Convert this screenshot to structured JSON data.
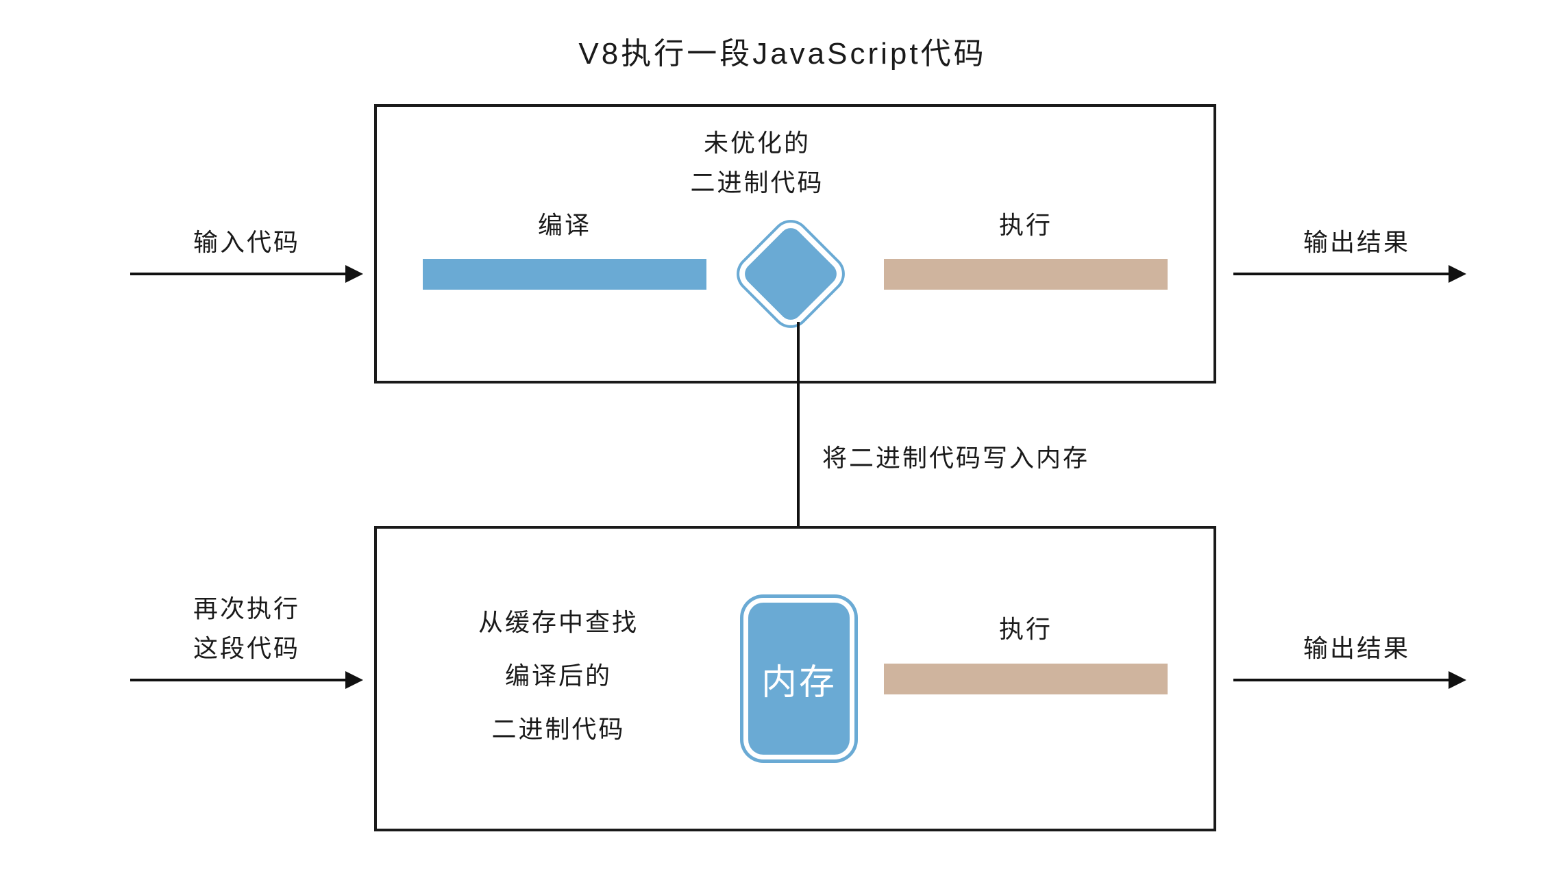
{
  "diagram": {
    "title": "V8执行一段JavaScript代码",
    "colors": {
      "compile_bar": "#6aaad4",
      "execute_bar": "#cfb49e",
      "node_blue": "#6aaad4",
      "stroke": "#1a1a1a",
      "background": "#ffffff"
    },
    "top_stage": {
      "input_arrow_label": "输入代码",
      "compile_label": "编译",
      "binary_label_line1": "未优化的",
      "binary_label_line2": "二进制代码",
      "execute_label": "执行",
      "output_arrow_label": "输出结果"
    },
    "connector": {
      "label": "将二进制代码写入内存"
    },
    "bottom_stage": {
      "input_arrow_label_line1": "再次执行",
      "input_arrow_label_line2": "这段代码",
      "cache_label_line1": "从缓存中查找",
      "cache_label_line2": "编译后的",
      "cache_label_line3": "二进制代码",
      "memory_label": "内存",
      "execute_label": "执行",
      "output_arrow_label": "输出结果"
    }
  }
}
